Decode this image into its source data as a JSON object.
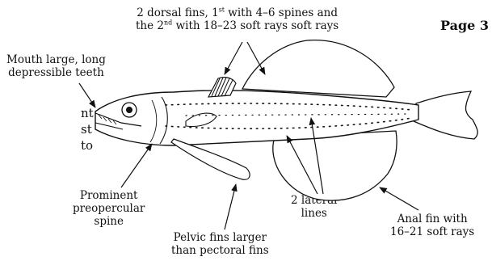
{
  "header": {
    "page_ref": "Page 3"
  },
  "labels": {
    "dorsal_line1_prefix": "2 dorsal fins, 1",
    "dorsal_sup1": "st",
    "dorsal_line1_suffix": " with 4–6 spines and",
    "dorsal_line2_prefix": "the 2",
    "dorsal_sup2": "nd",
    "dorsal_line2_suffix": " with 18–23 soft rays soft rays",
    "mouth": [
      "Mouth large, long",
      "depressible teeth"
    ],
    "preopercular": [
      "Prominent",
      "preopercular",
      "spine"
    ],
    "pelvic": [
      "Pelvic fins larger",
      "than pectoral fins"
    ],
    "lateral": [
      "2 lateral",
      "lines"
    ],
    "anal": [
      "Anal fin with",
      "16–21 soft rays"
    ]
  },
  "side_text": [
    "nt",
    "st",
    "to"
  ]
}
